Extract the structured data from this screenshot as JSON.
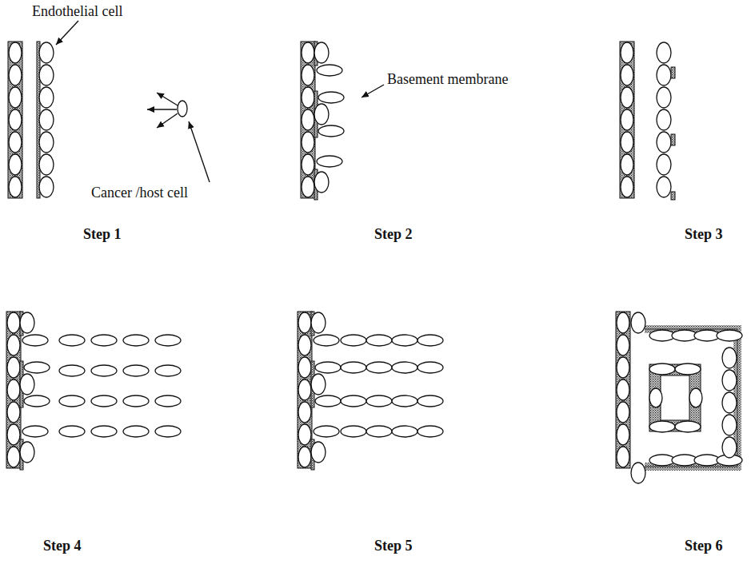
{
  "diagram": {
    "labels": [
      "Endothelial cell",
      "Basement membrane",
      "Cancer /host cell",
      "Step 1",
      "Step 2",
      "Step 3",
      "Step 4",
      "Step 5",
      "Step 6"
    ]
  }
}
